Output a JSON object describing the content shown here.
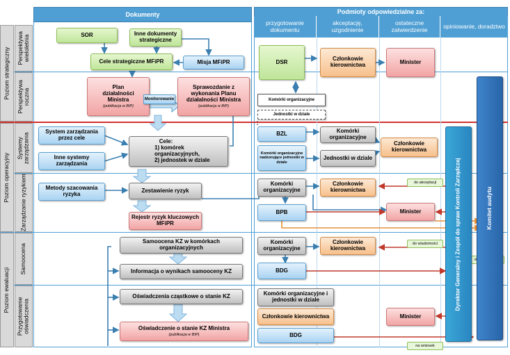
{
  "headers": {
    "documents": "Dokumenty",
    "entities": "Podmioty odpowiedzialne za:",
    "col_prepare": "przygotowanie dokumentu",
    "col_accept": "akceptację, uzgodnienie",
    "col_approve": "ostateczne zatwierdzenie",
    "col_opinion": "opiniowanie, doradztwo"
  },
  "levels": {
    "strategic": "Poziom strategiczny",
    "operational": "Poziom operacyjny",
    "evaluation": "Poziom ewaluacji"
  },
  "perspectives": {
    "multi_year": "Perspektywa wieloletnia",
    "annual": "Perspektywa roczna",
    "systems": "Systemy zarządzania",
    "risk": "Zarządzanie ryzykiem",
    "self_assessment": "Samoocena",
    "statement_prep": "Przygotowanie oświadczenia"
  },
  "documents": {
    "sor": "SOR",
    "other_docs": "Inne dokumenty strategiczne",
    "strategic_goals": "Cele strategiczne MFiPR",
    "mission": "Misja MFiPR",
    "plan": "Plan działalności Ministra",
    "plan_note": "(publikacja w BIP)",
    "monitoring": "Monitorowanie",
    "report": "Sprawozdanie z wykonania Planu działalności Ministra",
    "report_note": "(publikacja w BIP)",
    "mbo": "System zarządzania przez cele",
    "other_systems": "Inne systemy zarządzania",
    "goals": "Cele:",
    "goals_1": "1) komórek organizacyjnych,",
    "goals_2": "2) jednostek w dziale",
    "risk_methods": "Metody szacowania ryzyka",
    "risk_summary": "Zestawienie ryzyk",
    "risk_register": "Rejestr ryzyk kluczowych MFiPR",
    "self_kz": "Samoocena KZ w komórkach organizacyjnych",
    "self_results": "Informacja o wynikach samooceny KZ",
    "partial_statements": "Oświadczenia cząstkowe o stanie KZ",
    "minister_statement": "Oświadczenie o stanie KZ Ministra",
    "minister_statement_note": "(publikacja w BIP)"
  },
  "entities": {
    "dsr": "DSR",
    "members1": "Członkowie kierownictwa",
    "minister1": "Minister",
    "org_units1": "Komórki organizacyjne",
    "units_in_dept1": "Jednostki w dziale",
    "bzl": "BZL",
    "org_units2": "Komórki organizacyjne",
    "supervising": "Komórki organizacyjne nadzorujące jednostki w dziale",
    "units_in_dept2": "Jednostki w dziale",
    "members2": "Członkowie kierownictwa",
    "org_units3": "Komórki organizacyjne",
    "members3": "Członkowie kierownictwa",
    "bpb": "BPB",
    "minister2": "Minister",
    "org_units4": "Komórki organizacyjne",
    "members4": "Członkowie kierownictwa",
    "bdg1": "BDG",
    "org_units5": "Komórki organizacyjne i jednostki w dziale",
    "members5": "Członkowie kierownictwa",
    "bdg2": "BDG",
    "minister3": "Minister",
    "director": "Dyrektor Generalny i Zespół do spraw Kontroli Zarządczej",
    "audit": "Komitet audytu",
    "note_accept": "do akceptacji",
    "note_info1": "do wiadomości",
    "note_info2": "do wiadomości",
    "note_request": "na wniosek"
  }
}
